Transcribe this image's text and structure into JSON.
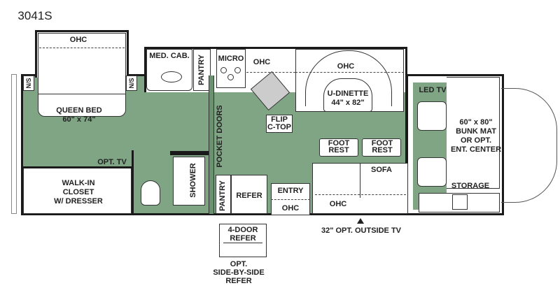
{
  "model": "3041S",
  "colors": {
    "floor": "#7fa584",
    "wall": "#1a1a1a"
  },
  "labels": {
    "bed_ohc": "OHC",
    "queen_bed": "QUEEN BED",
    "queen_bed_size": "60\" x 74\"",
    "ns_left": "N/S",
    "ns_right": "N/S",
    "med_cab": "MED. CAB.",
    "pantry_top": "PANTRY",
    "micro": "MICRO",
    "kitchen_ohc": "OHC",
    "dinette_ohc": "OHC",
    "u_dinette": "U-DINETTE",
    "u_dinette_size": "44\" x 82\"",
    "flip": "FLIP",
    "c_top": "C-TOP",
    "pocket_doors": "POCKET DOORS",
    "opt_tv": "OPT. TV",
    "closet_1": "WALK-IN",
    "closet_2": "CLOSET",
    "closet_3": "W/ DRESSER",
    "shower": "SHOWER",
    "pantry_bottom": "PANTRY",
    "refer": "REFER",
    "entry": "ENTRY",
    "entry_ohc": "OHC",
    "foot_rest_1a": "FOOT",
    "foot_rest_1b": "REST",
    "foot_rest_2a": "FOOT",
    "foot_rest_2b": "REST",
    "sofa": "SOFA",
    "sofa_ohc": "OHC",
    "led_tv": "LED TV",
    "bunk_1": "60\" x 80\"",
    "bunk_2": "BUNK MAT",
    "bunk_3": "OR OPT.",
    "bunk_4": "ENT. CENTER",
    "storage": "STORAGE",
    "outside_tv": "32\" OPT. OUTSIDE TV",
    "four_door_1": "4-DOOR",
    "four_door_2": "REFER",
    "opt_sbs_1": "OPT.",
    "opt_sbs_2": "SIDE-BY-SIDE",
    "opt_sbs_3": "REFER"
  }
}
